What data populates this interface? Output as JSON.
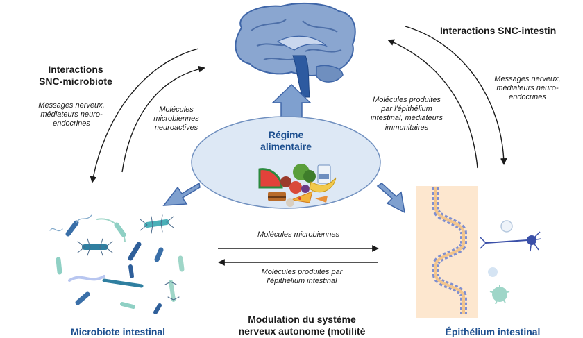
{
  "labels": {
    "interactions_cns_microbiota": "Interactions\nSNC-microbiote",
    "interactions_cns_gut": "Interactions SNC-intestin",
    "nerve_messages_left": "Messages nerveux,\nmédiateurs neuro-\nendocrines",
    "nerve_messages_right": "Messages nerveux,\nmédiateurs neuro-\nendocrines",
    "neuroactive_molecules": "Molécules\nmicrobiennes\nneuroactives",
    "epithelium_molecules_top": "Molécules produites\npar l'épithélium\nintestinal, médiateurs\nimmunitaires",
    "diet": "Régime\nalimentaire",
    "microbial_molecules": "Molécules microbiennes",
    "epithelium_molecules_mid": "Molécules produites par\nl'épithélium intestinal",
    "autonomic_modulation": "Modulation du système\nnerveux autonome (motilité",
    "gut_microbiota": "Microbiote intestinal",
    "gut_epithelium": "Épithélium intestinal"
  },
  "colors": {
    "brain": "#8aa6d0",
    "brain_dark": "#3f66a8",
    "ellipse_fill": "#dde8f5",
    "ellipse_stroke": "#6f8fbf",
    "block_arrow": "#7fa0cf",
    "title_blue": "#1d4f8f"
  },
  "icons": {
    "brain": "brain-icon",
    "food": "food-icon",
    "bacteria": "bacteria-icon",
    "epithelium": "intestinal-epithelium-icon",
    "neuron": "neuron-icon"
  }
}
